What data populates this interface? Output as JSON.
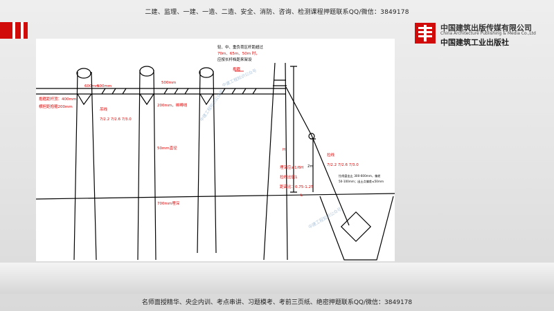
{
  "header": {
    "text": "二建、监理、一建、一造、二造、安全、消防、咨询、检测课程押题联系QQ/微信：3849178"
  },
  "footer": {
    "text": "名师面授精华、央企内训、考点串讲、习题模考、考前三页纸、绝密押题联系QQ/微信：3849178"
  },
  "logo": {
    "name_cn": "中国建筑出版传媒有限公司",
    "name_en": "China Architecture Publishing & Media Co.,Ltd",
    "name_cn2": "中国建筑工业出版社"
  },
  "colors": {
    "accent_red": "#d10a0a",
    "line": "#000000",
    "label_red": "#e00000"
  },
  "diagram": {
    "top_note_1": "轻、中、重负荷区杆距超过",
    "top_note_2": "70m、65m、50m 时，",
    "top_note_3": "应按长杆档距来架设",
    "hoop_label": "抱箍",
    "span_500": "500mm",
    "span_500_small": "500mm",
    "dist_600": "600mm",
    "left_note_1": "抱箍距杆顶：400mm",
    "left_note_2": "横担距抱箍200mm",
    "mid_200": "200mm，绑缚线",
    "left_wire": "吊线",
    "spec_left": "7/2.2  7/2.6  7/3.0",
    "embed_50": "50mm直径",
    "ground_700": "700mm埋深",
    "h_label": "H",
    "pole_height_note_1": "埋深应≥1/6H",
    "pole_height_note_2": "拉线比值1",
    "pole_ratio": "距高比：0.75-1.25",
    "two_m": "2m",
    "guy_label": "拉线",
    "spec_right": "7/2.2  7/2.6  7/3.0",
    "anchor_note_1": "拉线盘出土 300-600mm，偏差",
    "anchor_note_2": "50-100mm；出土点偏差≤50mm",
    "l_label": "L",
    "watermark": "中建工程知识公众号"
  }
}
